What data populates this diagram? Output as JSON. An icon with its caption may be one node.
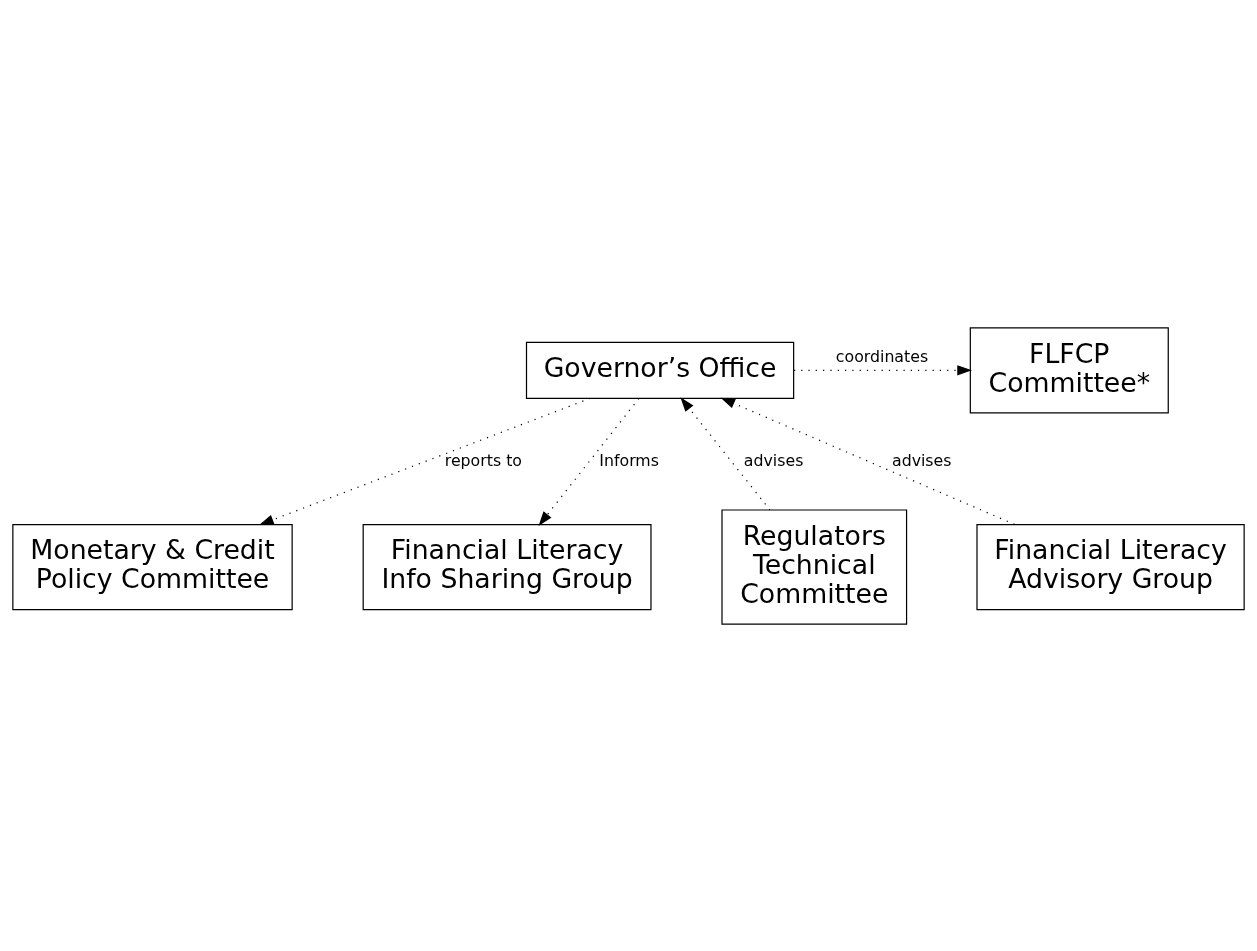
{
  "diagram": {
    "nodes": [
      {
        "text": [
          "Monetary & Credit Policy Committee"
        ]
      },
      {
        "text": [
          "Governor’s Office"
        ]
      },
      {
        "text": [
          "FLFCP Committee*"
        ]
      },
      {
        "text": [
          "Regulators Technical Committee"
        ]
      },
      {
        "text": [
          "Financial Literacy Advisory Group"
        ]
      },
      {
        "text": [
          "Financial Literacy Info Sharing Group"
        ]
      }
    ],
    "edges": [
      {
        "from": 1,
        "to": 0,
        "arrow": "to",
        "label": "reports to",
        "style": "dashed"
      },
      {
        "from": 1,
        "to": 2,
        "arrow": "to",
        "label": "coordinates",
        "style": "dashed"
      },
      {
        "from": 3,
        "to": 1,
        "arrow": "to",
        "label": "advises",
        "style": "dashed"
      },
      {
        "from": 4,
        "to": 1,
        "arrow": "to",
        "label": "advises",
        "style": "dashed"
      },
      {
        "from": 1,
        "to": 5,
        "arrow": "to",
        "label": "Informs",
        "style": "dashed"
      }
    ]
  }
}
